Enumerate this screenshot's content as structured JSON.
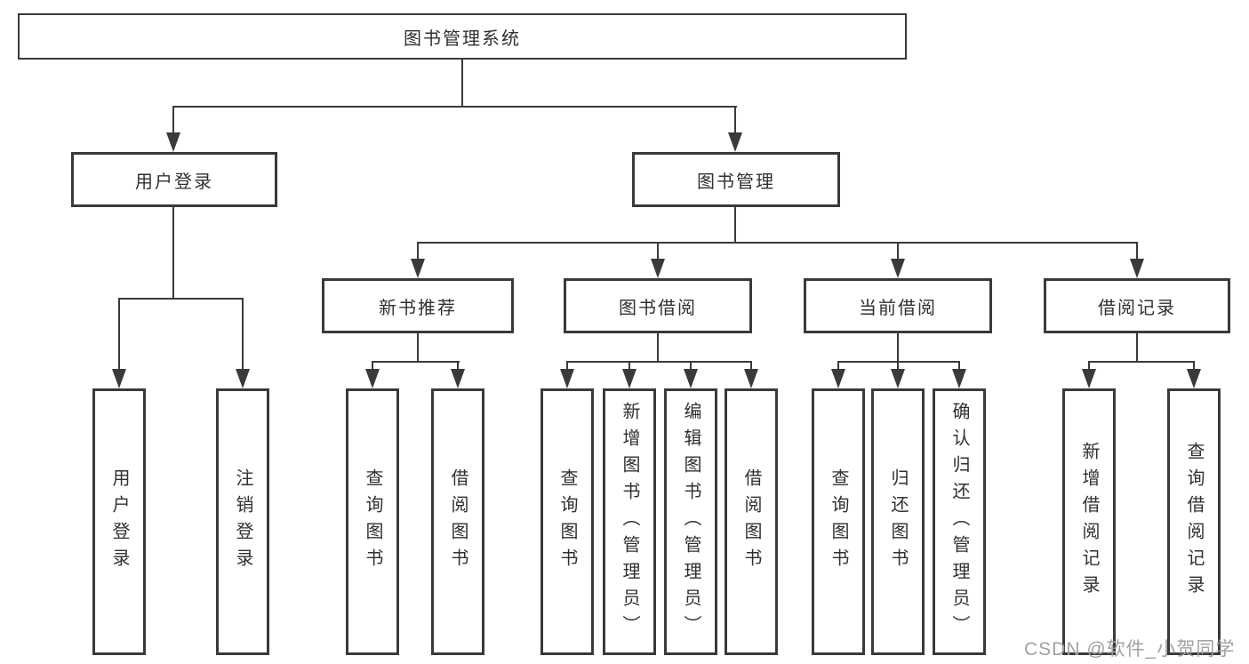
{
  "diagram": {
    "root": {
      "label": "图书管理系统"
    },
    "branches": [
      {
        "label": "用户登录",
        "children": [
          {
            "label": "用户登录"
          },
          {
            "label": "注销登录"
          }
        ]
      },
      {
        "label": "图书管理",
        "children": [
          {
            "label": "新书推荐",
            "children": [
              {
                "label": "查询图书"
              },
              {
                "label": "借阅图书"
              }
            ]
          },
          {
            "label": "图书借阅",
            "children": [
              {
                "label": "查询图书"
              },
              {
                "label": "新增图书（管理员）"
              },
              {
                "label": "编辑图书（管理员）"
              },
              {
                "label": "借阅图书"
              }
            ]
          },
          {
            "label": "当前借阅",
            "children": [
              {
                "label": "查询图书"
              },
              {
                "label": "归还图书"
              },
              {
                "label": "确认归还（管理员）"
              }
            ]
          },
          {
            "label": "借阅记录",
            "children": [
              {
                "label": "新增借阅记录"
              },
              {
                "label": "查询借阅记录"
              }
            ]
          }
        ]
      }
    ]
  },
  "watermark": {
    "text": "CSDN @软件_小贺同学"
  },
  "colors": {
    "line": "#3a3a3a",
    "text": "#303030",
    "watermark": "#a2a2a2",
    "background": "#ffffff"
  }
}
